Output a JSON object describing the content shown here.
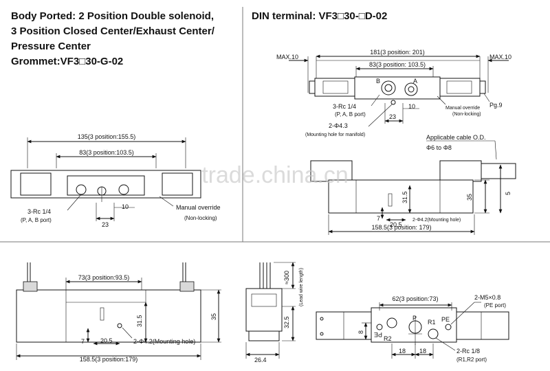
{
  "titles": {
    "left_line1": "Body Ported: 2 Position Double solenoid,",
    "left_line2": "3 Position Closed Center/Exhaust Center/",
    "left_line3": "Pressure Center",
    "left_line4": "Grommet:VF3□30-G-02",
    "right": "DIN terminal: VF3□30-□D-02"
  },
  "watermark": "trade.china.cn",
  "grommet_top_view": {
    "overall": "135(3 position:155.5)",
    "center": "83(3 position:103.5)",
    "d10": "10",
    "d23": "23",
    "port": "3-Rc 1/4",
    "port_sub": "(P, A, B port)",
    "manual": "Manual override",
    "manual_sub": "(Non-locking)"
  },
  "din_top_view": {
    "max_left": "MAX.10",
    "max_right": "MAX.10",
    "overall": "181(3 position: 201)",
    "center": "83(3 position: 103.5)",
    "label_b": "B",
    "label_a": "A",
    "d10": "10",
    "d23": "23",
    "port": "3-Rc 1/4",
    "port_sub": "(P, A, B port)",
    "hole": "2-Φ4.3",
    "hole_sub": "(Mounting hole for manifold)",
    "manual": "Manual override",
    "manual_sub": "(Non-locking)",
    "pg": "Pg.9"
  },
  "din_side_view": {
    "cable": "Applicable cable O.D.",
    "cable_range": "Φ6 to Φ8",
    "h35": "35",
    "h5": "5",
    "h315": "31.5",
    "d7": "7",
    "d205": "20.5",
    "hole": "2-Φ4.2(Mounting hole)",
    "overall": "158.5(3 position: 179)"
  },
  "grommet_side_view": {
    "center": "73(3 position:93.5)",
    "h35": "35",
    "h315": "31.5",
    "d7": "7",
    "d205": "20.5",
    "hole": "2-Φ4.2(Mounting hole)",
    "overall": "158.5(3 position:179)"
  },
  "end_view": {
    "lead": "≈300",
    "lead_sub": "(Lead wire length)",
    "h325": "32.5",
    "w264": "26.4"
  },
  "bottom_view": {
    "center": "62(3 position:73)",
    "m5": "2-M5×0.8",
    "m5_sub": "(PE port)",
    "label_p": "P",
    "label_r1": "R1",
    "label_pe": "PE",
    "label_pe2": "PE",
    "label_r2": "R2",
    "d8": "8",
    "d18a": "18",
    "d18b": "18",
    "rc": "2-Rc 1/8",
    "rc_sub": "(R1,R2 port)"
  },
  "colors": {
    "line": "#111111",
    "frame": "#777777",
    "shade": "#d9d9d9",
    "watermark": "#c7c7c7"
  }
}
